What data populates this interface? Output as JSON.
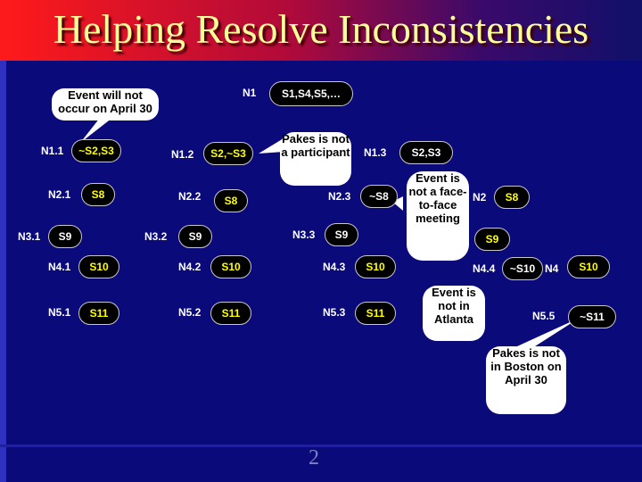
{
  "slide": {
    "title": "Helping Resolve Inconsistencies",
    "page_number": "2"
  },
  "labels": {
    "n1": "N1",
    "n11": "N1.1",
    "n12": "N1.2",
    "n13": "N1.3",
    "n21": "N2.1",
    "n22": "N2.2",
    "n23": "N2.3",
    "n2": "N2",
    "n31": "N3.1",
    "n32": "N3.2",
    "n33": "N3.3",
    "n41": "N4.1",
    "n42": "N4.2",
    "n43": "N4.3",
    "n44": "N4.4",
    "n4": "N4",
    "n51": "N5.1",
    "n52": "N5.2",
    "n53": "N5.3",
    "n55": "N5.5"
  },
  "nodes": {
    "root": "S1,S4,S5,…",
    "a1": "~S2,S3",
    "a2": "S8",
    "a3": "S9",
    "a4": "S10",
    "a5": "S11",
    "b1": "S2,~S3",
    "b2": "S8",
    "b3": "S9",
    "b4": "S10",
    "b5": "S11",
    "c1": "S2,S3",
    "c2": "~S8",
    "c3": "S9",
    "c4": "S10",
    "c5": "S11",
    "d2": "S8",
    "d3": "S9",
    "d4": "~S10",
    "e4": "S10",
    "e5": "~S11"
  },
  "callouts": {
    "april": "Event will not occur on April 30",
    "pakes_participant": "Pakes is not a participant",
    "face_meeting": "Event is not a face-to-face meeting",
    "atlanta": "Event is not in Atlanta",
    "boston": "Pakes is not in Boston on April 30"
  }
}
